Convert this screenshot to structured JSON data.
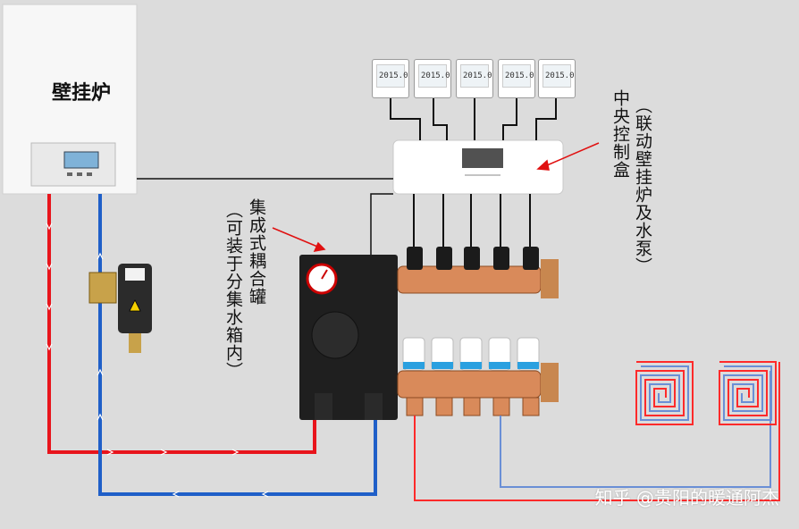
{
  "boiler": {
    "label": "壁挂炉"
  },
  "thermostats": [
    {
      "left": "20",
      "right": "15.0"
    },
    {
      "left": "20",
      "right": "15.0"
    },
    {
      "left": "20",
      "right": "15.0"
    },
    {
      "left": "20",
      "right": "15.0"
    },
    {
      "left": "20",
      "right": "15.0"
    }
  ],
  "controller_label": "中央控制盒（联动壁挂炉及水泵）",
  "controller_label_col1": "中央控制盒",
  "controller_label_col2": "（联动壁挂炉及水泵）",
  "coupler_label_col1": "集成式耦合罐",
  "coupler_label_col2": "（可装于分集水箱内）",
  "watermark": "知乎 @贵阳的暖通阿杰",
  "colors": {
    "supply": "#e8141c",
    "return": "#1f5fc8",
    "floor_red": "#ff2a2a",
    "floor_blue": "#6a8fd6",
    "copper": "#d98a5a",
    "arrow": "#e01010"
  },
  "icons": [
    "thermostat-icon",
    "pressure-gauge-icon",
    "pump-icon",
    "filter-icon",
    "actuator-icon"
  ]
}
